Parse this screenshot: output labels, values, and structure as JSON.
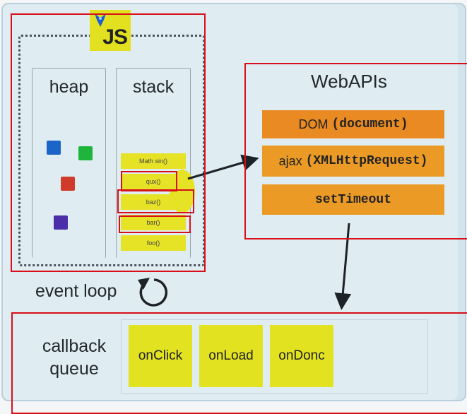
{
  "logo": {
    "text": "JS"
  },
  "engine": {
    "heap": {
      "title": "heap",
      "objects": [
        {
          "color": "#1b64c8",
          "label": "blue object"
        },
        {
          "color": "#1fb43c",
          "label": "green object"
        },
        {
          "color": "#d03a2a",
          "label": "red object"
        },
        {
          "color": "#4a2fa8",
          "label": "purple object"
        }
      ]
    },
    "stack": {
      "title": "stack",
      "frames": [
        "Math sin()",
        "qux()",
        "baz()",
        "bar()",
        "foo()"
      ]
    }
  },
  "webapis": {
    "title": "WebAPIs",
    "items": [
      {
        "label": "DOM",
        "code": "(document)",
        "color": "#e98a22"
      },
      {
        "label": "ajax",
        "code": "(XMLHttpRequest)",
        "color": "#eb9a26"
      },
      {
        "label": "",
        "code": "setTimeout",
        "color": "#eb9a26"
      }
    ]
  },
  "event_loop": {
    "label": "event loop"
  },
  "callback_queue": {
    "label_line1": "callback",
    "label_line2": "queue",
    "items": [
      "onClick",
      "onLoad",
      "onDonc"
    ]
  },
  "colors": {
    "highlight": "#d8101a",
    "frame": "#e6e226",
    "callback": "#e2e221",
    "panel": "#dfedf2"
  }
}
